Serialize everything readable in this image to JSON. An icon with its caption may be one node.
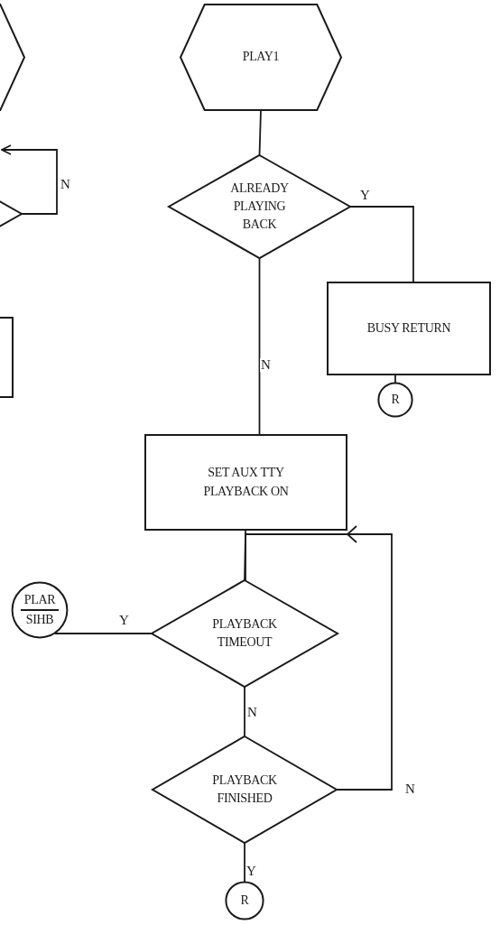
{
  "diagram": {
    "nodes": [
      {
        "text": [],
        "shape": "hexagon"
      },
      {
        "text": [],
        "shape": "diamond"
      },
      {
        "text": [],
        "shape": "box"
      },
      {
        "text": [
          "PLAY1"
        ]
      },
      {
        "text": [
          "ALREADY PLAYING BACK"
        ]
      },
      {
        "text": [
          "BUSY RETURN"
        ]
      },
      {
        "text": [
          "R"
        ]
      },
      {
        "text": [
          "SET AUX TTY PLAYBACK ON"
        ]
      },
      {
        "text": [
          "PLAR",
          "SIHB"
        ]
      },
      {
        "text": [
          "PLAYBACK TIMEOUT"
        ]
      },
      {
        "text": [
          "PLAYBACK FINISHED"
        ]
      },
      {
        "text": [
          "R"
        ]
      }
    ],
    "edges": [
      {
        "from": 1,
        "to": null,
        "arrow": "to",
        "label": "N"
      },
      {
        "from": 3,
        "to": 4,
        "arrow": "none"
      },
      {
        "from": 4,
        "to": 5,
        "arrow": "none",
        "label": "Y"
      },
      {
        "from": 5,
        "to": 6,
        "arrow": "none"
      },
      {
        "from": 4,
        "to": 7,
        "arrow": "none",
        "label": "N"
      },
      {
        "from": 7,
        "to": 9,
        "arrow": "none"
      },
      {
        "from": 9,
        "to": 8,
        "arrow": "none",
        "label": "Y"
      },
      {
        "from": 9,
        "to": 10,
        "arrow": "none",
        "label": "N"
      },
      {
        "from": 10,
        "to": 9,
        "arrow": "to",
        "label": "N"
      },
      {
        "from": 10,
        "to": 11,
        "arrow": "none",
        "label": "Y"
      }
    ]
  }
}
